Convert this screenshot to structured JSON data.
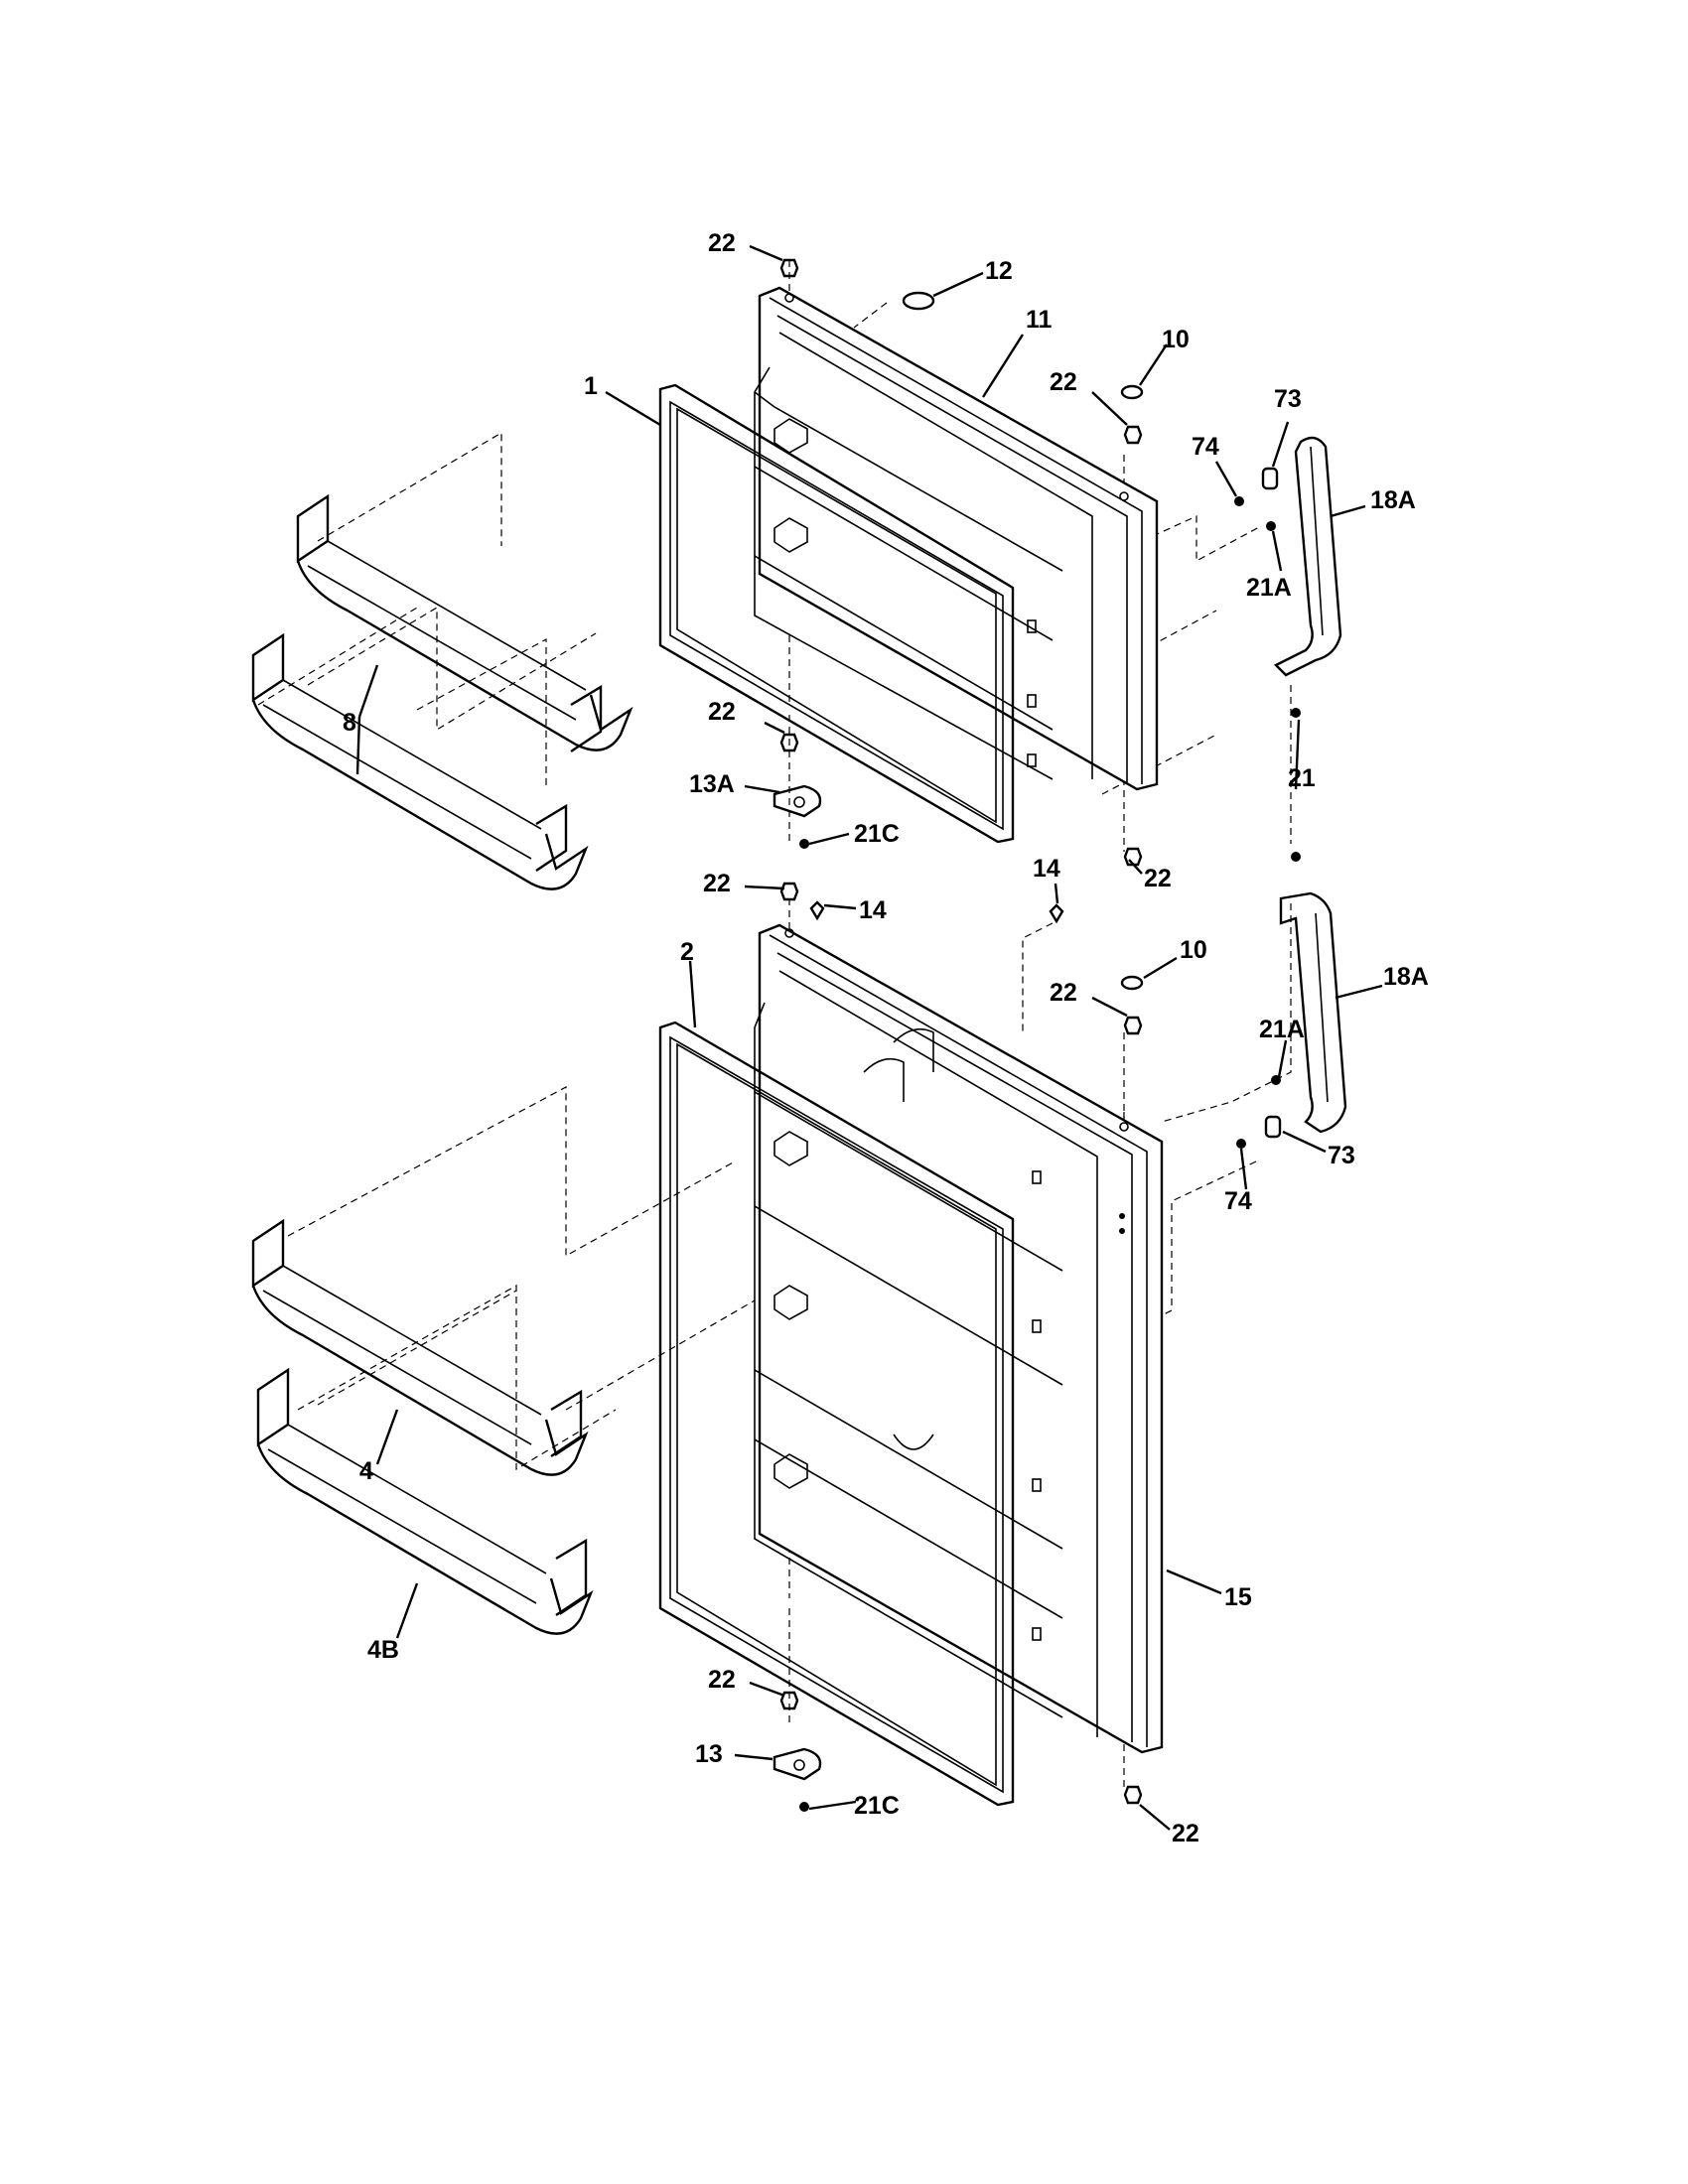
{
  "labels": {
    "l1": "1",
    "l2": "2",
    "l4": "4",
    "l4b": "4B",
    "l8": "8",
    "l10a": "10",
    "l10b": "10",
    "l11": "11",
    "l12": "12",
    "l13": "13",
    "l13a": "13A",
    "l14a": "14",
    "l14b": "14",
    "l15": "15",
    "l18a_top": "18A",
    "l18a_bot": "18A",
    "l21": "21",
    "l21a_top": "21A",
    "l21a_bot": "21A",
    "l21c_top": "21C",
    "l21c_bot": "21C",
    "l22_1": "22",
    "l22_2": "22",
    "l22_3": "22",
    "l22_4": "22",
    "l22_5": "22",
    "l22_6": "22",
    "l22_7": "22",
    "l22_8": "22",
    "l73_top": "73",
    "l73_bot": "73",
    "l74_top": "74",
    "l74_bot": "74"
  }
}
